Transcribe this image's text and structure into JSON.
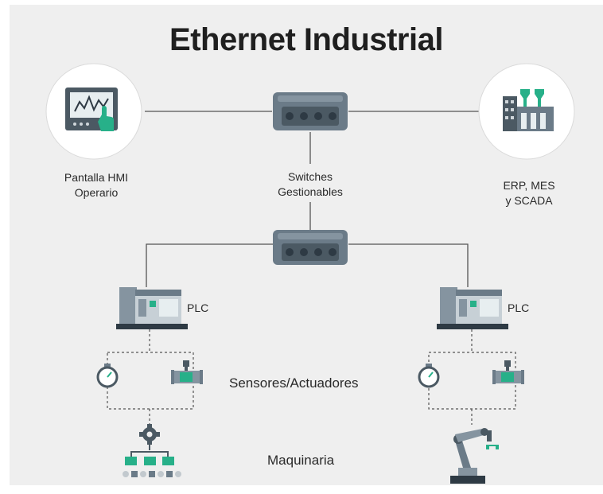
{
  "title": "Ethernet Industrial",
  "nodes": {
    "hmi": {
      "line1": "Pantalla HMI",
      "line2": "Operario",
      "icon": "hmi-touch-screen-icon"
    },
    "erp": {
      "line1": "ERP, MES",
      "line2": "y SCADA",
      "icon": "factory-icon"
    },
    "switches": {
      "line1": "Switches",
      "line2": "Gestionables",
      "icon": "network-switch-icon"
    },
    "plc_left": {
      "label": "PLC",
      "icon": "plc-icon"
    },
    "plc_right": {
      "label": "PLC",
      "icon": "plc-icon"
    },
    "sensors": {
      "label": "Sensores/Actuadores",
      "icons": [
        "gauge-icon",
        "valve-icon"
      ]
    },
    "machinery": {
      "label": "Maquinaria",
      "icons": [
        "gear-hierarchy-icon",
        "robot-arm-icon"
      ]
    }
  },
  "colors": {
    "accent": "#27b089",
    "device": "#6b7b88",
    "dark": "#2e3a44",
    "line": "#555555",
    "background": "#efefef"
  }
}
